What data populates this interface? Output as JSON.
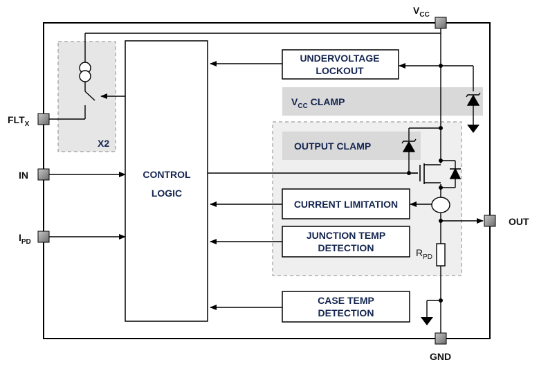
{
  "pins": {
    "vcc": {
      "main": "V",
      "sub": "CC"
    },
    "flt": {
      "main": "FLT",
      "sub": "X"
    },
    "in": {
      "main": "IN"
    },
    "ipd": {
      "main": "I",
      "sub": "PD"
    },
    "out": {
      "main": "OUT"
    },
    "gnd": {
      "main": "GND"
    }
  },
  "blocks": {
    "control_logic": [
      "CONTROL",
      "LOGIC"
    ],
    "undervoltage": [
      "UNDERVOLTAGE",
      "LOCKOUT"
    ],
    "vcc_clamp": {
      "main": "V",
      "sub": "CC",
      "rest": " CLAMP"
    },
    "output_clamp": "OUTPUT CLAMP",
    "current_limitation": "CURRENT LIMITATION",
    "junction_temp": [
      "JUNCTION TEMP",
      "DETECTION"
    ],
    "case_temp": [
      "CASE TEMP",
      "DETECTION"
    ]
  },
  "labels": {
    "x2": "X2",
    "rpd": {
      "main": "R",
      "sub": "PD"
    }
  }
}
